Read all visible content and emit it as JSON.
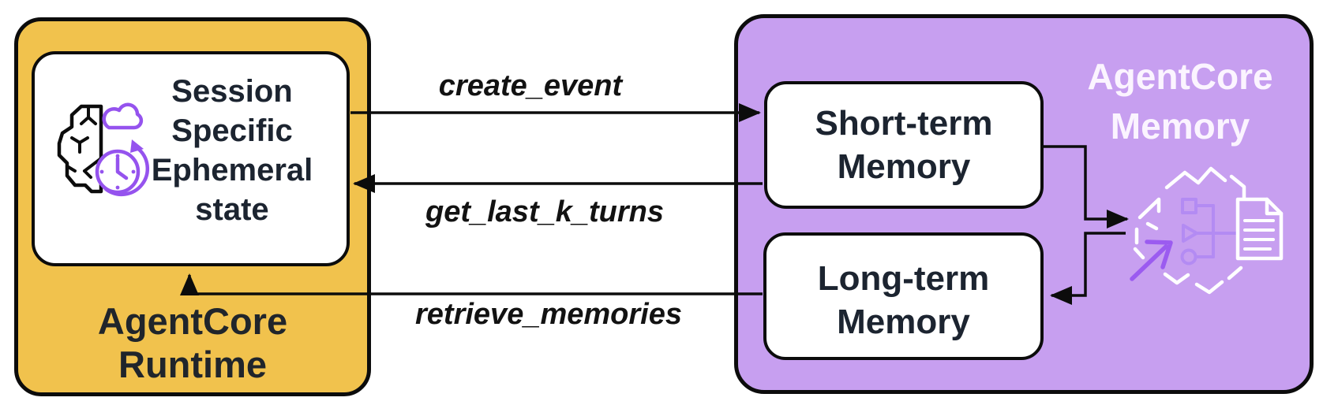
{
  "diagram": {
    "runtime_panel": {
      "title": "AgentCore\nRuntime",
      "session_box_label": "Session\nSpecific\nEphemeral\nstate"
    },
    "memory_panel": {
      "title": "AgentCore\nMemory",
      "short_term_label": "Short-term\nMemory",
      "long_term_label": "Long-term\nMemory"
    },
    "arrows": {
      "create_event_label": "create_event",
      "get_last_k_turns_label": "get_last_k_turns",
      "retrieve_memories_label": "retrieve_memories"
    },
    "icons": {
      "session_icon": "brain-ephemeral-clock-icon",
      "memory_icon": "memory-workflow-document-icon"
    },
    "colors": {
      "runtime_bg": "#F1C24D",
      "memory_bg": "#C79FF0",
      "box_bg": "#FFFFFF",
      "outline": "#0C0C0C",
      "accent_purple": "#9553EE",
      "icon_purple_light": "#B38BF3",
      "memory_title_text": "#FBF4FF",
      "dark_text": "#1C2430"
    }
  }
}
